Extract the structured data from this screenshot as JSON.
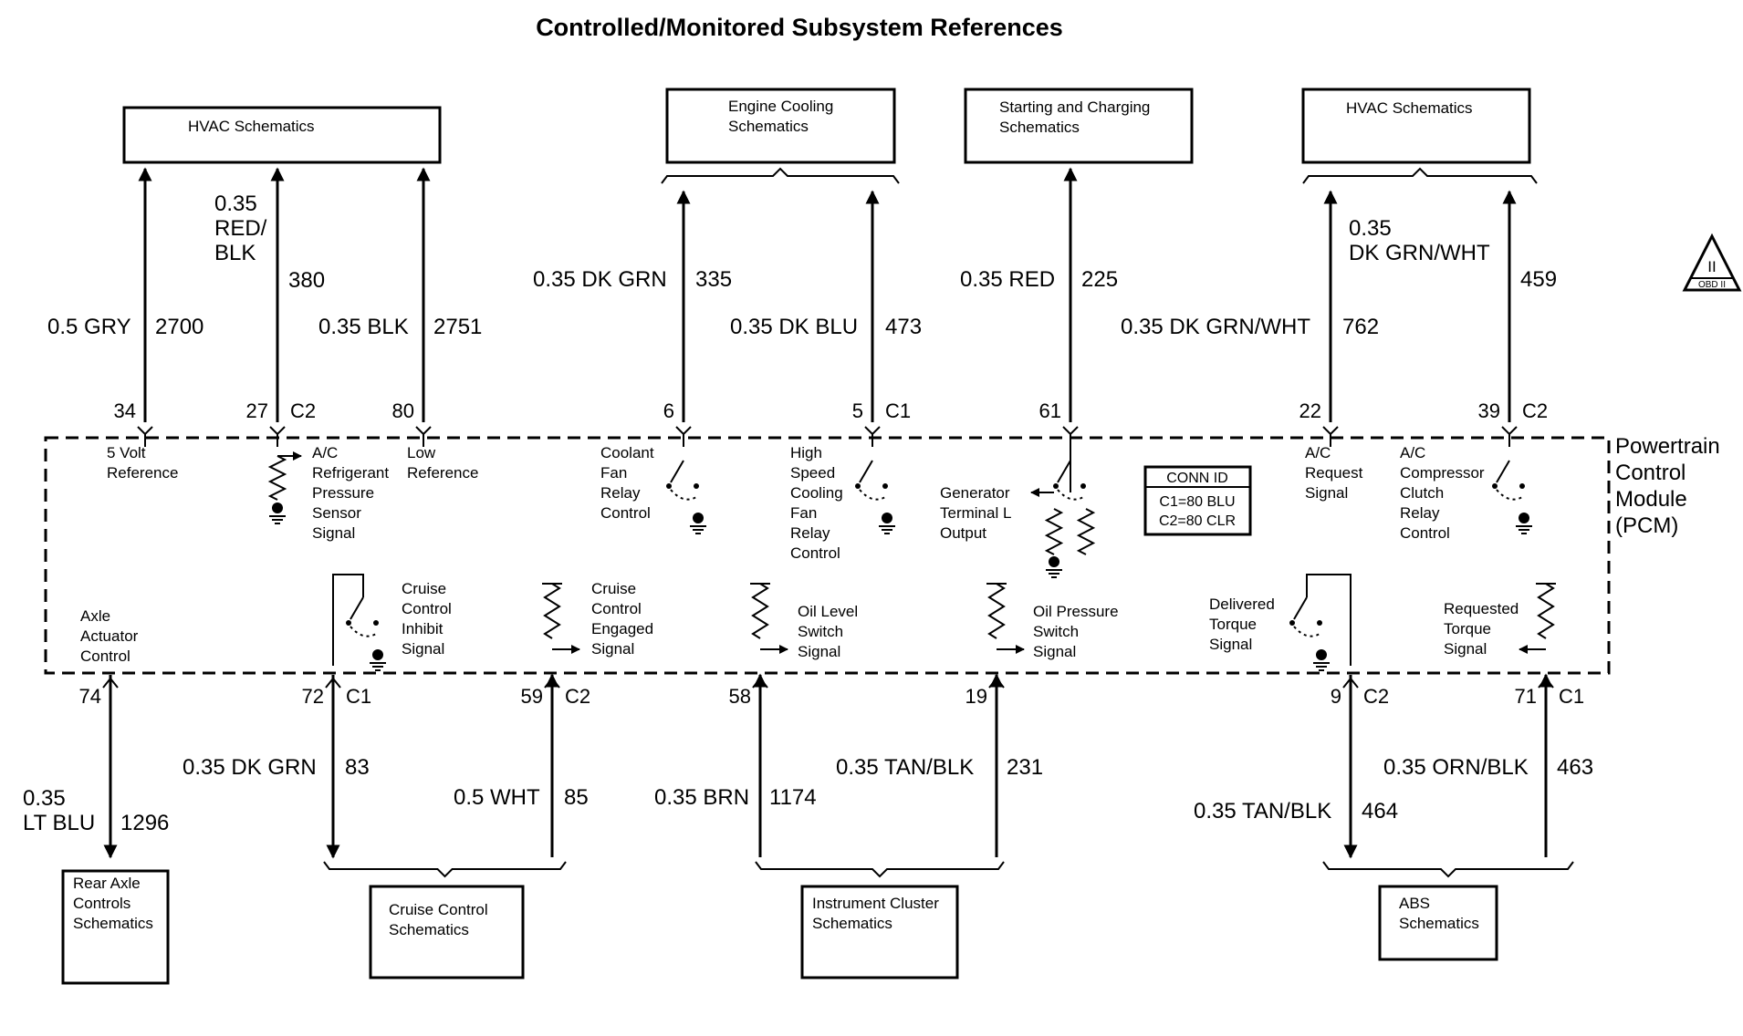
{
  "title": "Controlled/Monitored Subsystem References",
  "pcm_label": [
    "Powertrain",
    "Control",
    "Module",
    "(PCM)"
  ],
  "conn_id": {
    "header": "CONN ID",
    "lines": [
      "C1=80 BLU",
      "C2=80 CLR"
    ]
  },
  "obd_badge": {
    "top": "II",
    "bottom": "OBD II"
  },
  "top_boxes": [
    {
      "id": "hvac-left",
      "lines": [
        "HVAC Schematics"
      ]
    },
    {
      "id": "engine-cooling",
      "lines": [
        "Engine Cooling",
        "Schematics"
      ]
    },
    {
      "id": "starting-charging",
      "lines": [
        "Starting and Charging",
        "Schematics"
      ]
    },
    {
      "id": "hvac-right",
      "lines": [
        "HVAC Schematics"
      ]
    }
  ],
  "bottom_boxes": [
    {
      "id": "rear-axle",
      "lines": [
        "Rear Axle",
        "Controls",
        "Schematics"
      ]
    },
    {
      "id": "cruise-control",
      "lines": [
        "Cruise Control",
        "Schematics"
      ]
    },
    {
      "id": "instrument-cluster",
      "lines": [
        "Instrument Cluster",
        "Schematics"
      ]
    },
    {
      "id": "abs",
      "lines": [
        "ABS",
        "Schematics"
      ]
    }
  ],
  "top_wires": [
    {
      "pin": "34",
      "connector": "",
      "gauge_color": [
        "0.5 GRY"
      ],
      "circuit": "2700",
      "direction": "to-box",
      "function": [
        "5 Volt",
        "Reference"
      ]
    },
    {
      "pin": "27",
      "connector": "C2",
      "gauge_color": [
        "0.35",
        "RED/",
        "BLK"
      ],
      "circuit": "380",
      "direction": "to-pcm",
      "function": [
        "A/C",
        "Refrigerant",
        "Pressure",
        "Sensor",
        "Signal"
      ]
    },
    {
      "pin": "80",
      "connector": "",
      "gauge_color": [
        "0.35 BLK"
      ],
      "circuit": "2751",
      "direction": "to-pcm",
      "function": [
        "Low",
        "Reference"
      ]
    },
    {
      "pin": "6",
      "connector": "",
      "gauge_color": [
        "0.35 DK GRN"
      ],
      "circuit": "335",
      "direction": "to-pcm",
      "function": [
        "Coolant",
        "Fan",
        "Relay",
        "Control"
      ]
    },
    {
      "pin": "5",
      "connector": "C1",
      "gauge_color": [
        "0.35 DK BLU"
      ],
      "circuit": "473",
      "direction": "to-pcm",
      "function": [
        "High",
        "Speed",
        "Cooling",
        "Fan",
        "Relay",
        "Control"
      ]
    },
    {
      "pin": "61",
      "connector": "",
      "gauge_color": [
        "0.35 RED"
      ],
      "circuit": "225",
      "direction": "to-pcm",
      "function": [
        "Generator",
        "Terminal L",
        "Output"
      ]
    },
    {
      "pin": "22",
      "connector": "",
      "gauge_color": [
        "0.35 DK GRN/WHT"
      ],
      "circuit": "762",
      "direction": "to-box",
      "function": [
        "A/C",
        "Request",
        "Signal"
      ]
    },
    {
      "pin": "39",
      "connector": "C2",
      "gauge_color": [
        "0.35",
        "DK GRN/WHT"
      ],
      "circuit": "459",
      "direction": "to-pcm",
      "function": [
        "A/C",
        "Compressor",
        "Clutch",
        "Relay",
        "Control"
      ]
    }
  ],
  "bottom_wires": [
    {
      "pin": "74",
      "connector": "",
      "gauge_color": [
        "0.35",
        "LT BLU"
      ],
      "circuit": "1296",
      "direction": "to-box",
      "function": [
        "Axle",
        "Actuator",
        "Control"
      ]
    },
    {
      "pin": "72",
      "connector": "C1",
      "gauge_color": [
        "0.35 DK GRN"
      ],
      "circuit": "83",
      "direction": "to-box",
      "function": [
        "Cruise",
        "Control",
        "Inhibit",
        "Signal"
      ]
    },
    {
      "pin": "59",
      "connector": "C2",
      "gauge_color": [
        "0.5 WHT"
      ],
      "circuit": "85",
      "direction": "to-pcm",
      "function": [
        "Cruise",
        "Control",
        "Engaged",
        "Signal"
      ]
    },
    {
      "pin": "58",
      "connector": "",
      "gauge_color": [
        "0.35 BRN"
      ],
      "circuit": "1174",
      "direction": "to-pcm",
      "function": [
        "Oil Level",
        "Switch",
        "Signal"
      ]
    },
    {
      "pin": "19",
      "connector": "",
      "gauge_color": [
        "0.35 TAN/BLK"
      ],
      "circuit": "231",
      "direction": "to-pcm",
      "function": [
        "Oil Pressure",
        "Switch",
        "Signal"
      ]
    },
    {
      "pin": "9",
      "connector": "C2",
      "gauge_color": [
        "0.35 TAN/BLK"
      ],
      "circuit": "464",
      "direction": "to-box",
      "function": [
        "Delivered",
        "Torque",
        "Signal"
      ]
    },
    {
      "pin": "71",
      "connector": "C1",
      "gauge_color": [
        "0.35 ORN/BLK"
      ],
      "circuit": "463",
      "direction": "to-pcm",
      "function": [
        "Requested",
        "Torque",
        "Signal"
      ]
    }
  ]
}
